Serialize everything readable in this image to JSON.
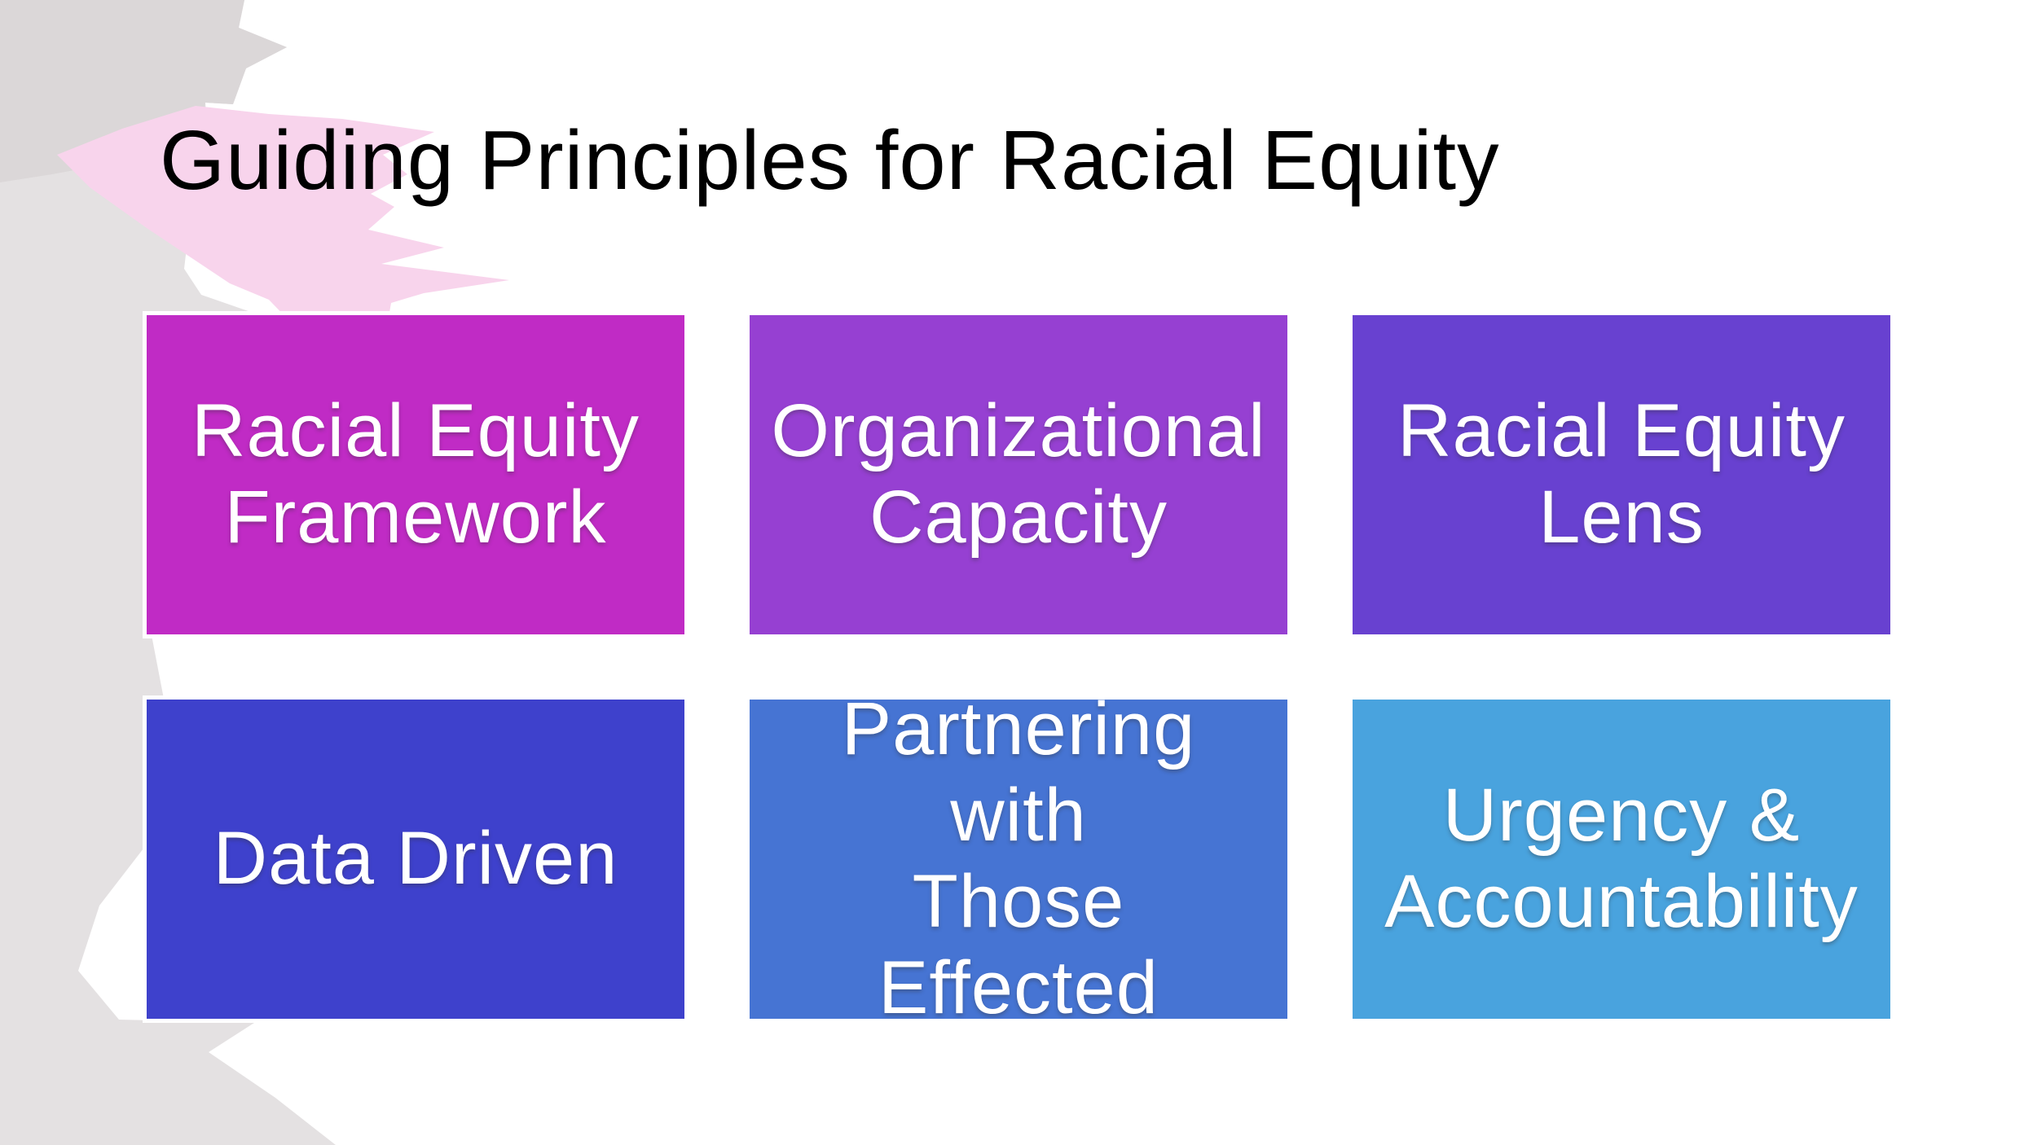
{
  "slide": {
    "title": "Guiding Principles for Racial Equity",
    "colors": {
      "background": "#FFFFFF",
      "title_text": "#000000",
      "box_text": "#FFFFFF",
      "pink_brush": "#F8D4EC",
      "gray_brush": "#E4E1E2",
      "gray_brush_dark": "#DBD7D8"
    },
    "principles": [
      {
        "label": "Racial Equity\nFramework",
        "color": "#C02BC5"
      },
      {
        "label": "Organizational\nCapacity",
        "color": "#9640D2"
      },
      {
        "label": "Racial Equity\nLens",
        "color": "#6841D0"
      },
      {
        "label": "Data Driven",
        "color": "#3E41CC"
      },
      {
        "label": "Partnering with\nThose Effected",
        "color": "#4674D3"
      },
      {
        "label": "Urgency &\nAccountability",
        "color": "#49A3DE"
      }
    ]
  }
}
